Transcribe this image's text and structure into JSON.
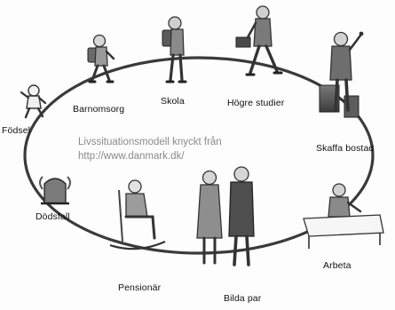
{
  "caption": {
    "line1": "Livssituationsmodell knyckt från",
    "line2": "http://www.danmark.dk/"
  },
  "stages": [
    {
      "id": "fodsel",
      "label": "Födsel",
      "icon": "baby-icon"
    },
    {
      "id": "barnomsorg",
      "label": "Barnomsorg",
      "icon": "child-with-backpack-icon"
    },
    {
      "id": "skola",
      "label": "Skola",
      "icon": "schoolchild-icon"
    },
    {
      "id": "hogre-studier",
      "label": "Högre studier",
      "icon": "student-walking-icon"
    },
    {
      "id": "skaffa-bostad",
      "label": "Skaffa bostad",
      "icon": "man-with-luggage-icon"
    },
    {
      "id": "arbeta",
      "label": "Arbeta",
      "icon": "person-at-desk-icon"
    },
    {
      "id": "bilda-par",
      "label": "Bilda par",
      "icon": "couple-icon"
    },
    {
      "id": "pensionar",
      "label": "Pensionär",
      "icon": "elder-in-rocking-chair-icon"
    },
    {
      "id": "dodsfall",
      "label": "Dödsfall",
      "icon": "gravestone-icon"
    }
  ],
  "colors": {
    "ring": "#3a3a3a",
    "figure": "#5a5a5a",
    "figure_dark": "#2e2e2e",
    "caption": "#8a8a8a"
  }
}
